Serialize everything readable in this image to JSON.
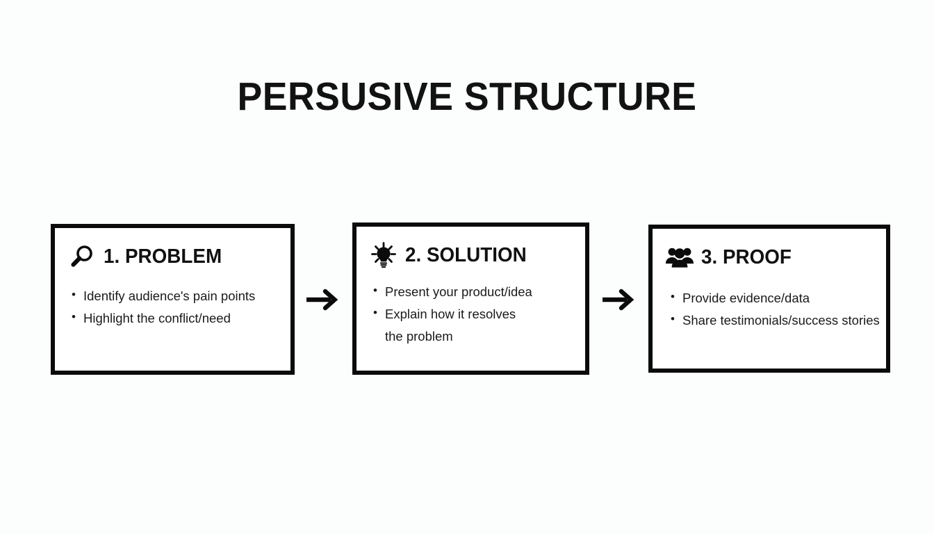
{
  "slide": {
    "title": "PERSUSIVE STRUCTURE",
    "background_color": "#fcfdfd",
    "ink_color": "#111111"
  },
  "steps": [
    {
      "icon": "magnifier-icon",
      "title": "1. PROBLEM",
      "bullets": [
        "Identify audience's pain points",
        "Highlight the conflict/need"
      ]
    },
    {
      "icon": "lightbulb-icon",
      "title": "2. SOLUTION",
      "bullets": [
        "Present your product/idea",
        "Explain how it resolves"
      ],
      "bullet_2_wrap": "the problem"
    },
    {
      "icon": "people-group-icon",
      "title": "3. PROOF",
      "bullets": [
        "Provide evidence/data",
        "Share testimonials/success stories"
      ]
    }
  ],
  "connectors": [
    {
      "name": "arrow-right",
      "glyph": "→"
    },
    {
      "name": "arrow-right",
      "glyph": "→"
    }
  ]
}
